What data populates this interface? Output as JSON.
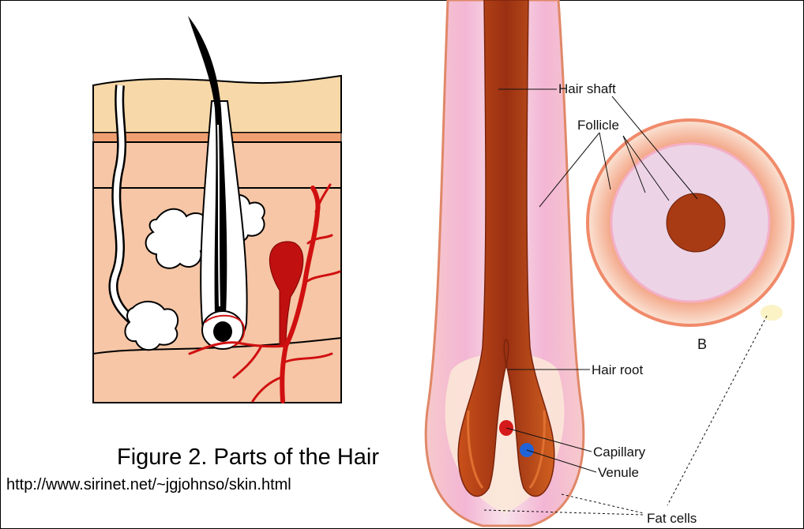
{
  "figure": {
    "caption": "Figure 2.  Parts of the Hair",
    "source_url": "http://www.sirinet.net/~jgjohnso/skin.html"
  },
  "labels": {
    "hair_shaft": "Hair shaft",
    "follicle": "Follicle",
    "hair_root": "Hair root",
    "capillary": "Capillary",
    "venule": "Venule",
    "fat_cells": "Fat cells",
    "cross_section": "B"
  },
  "colors": {
    "epidermis": "#f7d8a8",
    "dermis": "#f6c6a6",
    "blood_vessel": "#d01010",
    "hair_shaft": "#b8401a",
    "follicle_pink": "#f2a6c4",
    "venule_blue": "#2f6fd6"
  }
}
